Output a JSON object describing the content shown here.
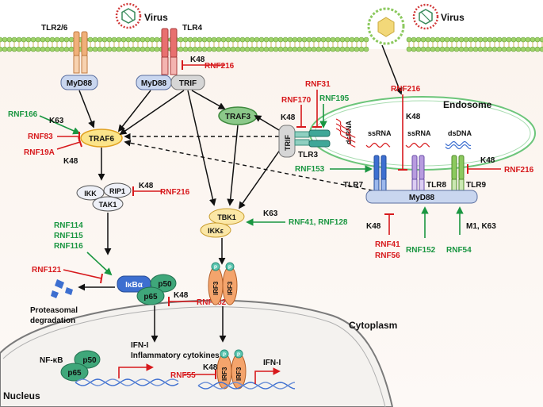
{
  "colors": {
    "activator": "#1a9641",
    "inhibitor": "#d7191c",
    "text": "#111111",
    "membrane": "#9fd36a",
    "myd88": "#c9d6ef",
    "traf6": "#fbe48a",
    "traf3": "#8cc98a",
    "nfkb": "#3fa77a",
    "irf3": "#f4a46c",
    "ikba": "#3d6fd0",
    "tbk1": "#fbe7a6"
  },
  "labels": {
    "virus_left": "Virus",
    "virus_right": "Virus",
    "tlr26": "TLR2/6",
    "tlr4": "TLR4",
    "myd88_a": "MyD88",
    "myd88_b": "MyD88",
    "myd88_c": "MyD88",
    "trif_a": "TRIF",
    "trif_b": "TRIF",
    "traf6": "TRAF6",
    "traf3": "TRAF3",
    "ikk": "IKK",
    "rip1": "RIP1",
    "tak1": "TAK1",
    "tbk1": "TBK1",
    "ikke": "IKKε",
    "irf3": "IRF3",
    "ikba": "IκBα",
    "p50": "p50",
    "p65": "p65",
    "nfkb": "NF-κB",
    "endosome": "Endosome",
    "tlr3": "TLR3",
    "tlr7": "TLR7",
    "tlr8": "TLR8",
    "tlr9": "TLR9",
    "dsrna": "dsRNA",
    "ssrna_a": "ssRNA",
    "ssrna_b": "ssRNA",
    "dsdna": "dsDNA",
    "proteasome": "Proteasomal",
    "degradation": "degradation",
    "cytoplasm": "Cytoplasm",
    "nucleus": "Nucleus",
    "ifn1_a": "IFN-I",
    "inflam": "Inflammatory cytokines",
    "ifn1_b": "IFN-I",
    "k48": "K48",
    "k63": "K63",
    "m1k63": "M1, K63",
    "phospho": "P"
  },
  "rnfs": {
    "rnf216": "RNF216",
    "rnf31": "RNF31",
    "rnf170": "RNF170",
    "rnf195": "RNF195",
    "rnf166": "RNF166",
    "rnf83": "RNF83",
    "rnf19a": "RNF19A",
    "rnf153": "RNF153",
    "rnf41_128": "RNF41, RNF128",
    "rnf114": "RNF114",
    "rnf115": "RNF115",
    "rnf116": "RNF116",
    "rnf121": "RNF121",
    "rnf182": "RNF182",
    "rnf41": "RNF41",
    "rnf56": "RNF56",
    "rnf152": "RNF152",
    "rnf54": "RNF54",
    "rnf55": "RNF55"
  }
}
